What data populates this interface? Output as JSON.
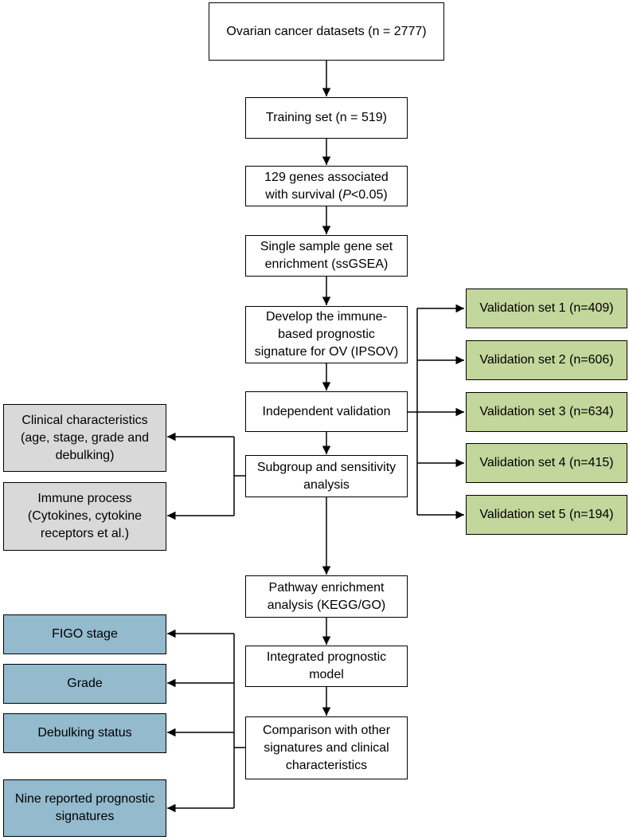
{
  "main_flow": {
    "datasets": "Ovarian cancer datasets (n = 2777)",
    "training": "Training set (n = 519)",
    "genes_line1": "129 genes associated",
    "genes_line2_pre": "with survival (",
    "genes_line2_italic": "P",
    "genes_line2_post": "<0.05)",
    "ssgsea": "Single sample gene set enrichment (ssGSEA)",
    "develop": "Develop the immune-based prognostic signature for OV (IPSOV)",
    "independent": "Independent validation",
    "subgroup": "Subgroup and sensitivity analysis",
    "pathway": "Pathway enrichment analysis (KEGG/GO)",
    "integrated": "Integrated prognostic model",
    "comparison": "Comparison with other signatures and clinical characteristics"
  },
  "validation_sets": [
    "Validation set 1 (n=409)",
    "Validation set 2 (n=606)",
    "Validation set 3 (n=634)",
    "Validation set 4 (n=415)",
    "Validation set 5 (n=194)"
  ],
  "subgroup_outputs": [
    "Clinical characteristics (age, stage, grade and debulking)",
    "Immune process (Cytokines, cytokine receptors et al.)"
  ],
  "comparison_outputs": [
    "FIGO stage",
    "Grade",
    "Debulking status",
    "Nine reported prognostic signatures"
  ],
  "colors": {
    "validation_fill": "#c3d69b",
    "subgroup_fill": "#d9d9d9",
    "comparison_fill": "#93bacd",
    "line": "#000000"
  }
}
